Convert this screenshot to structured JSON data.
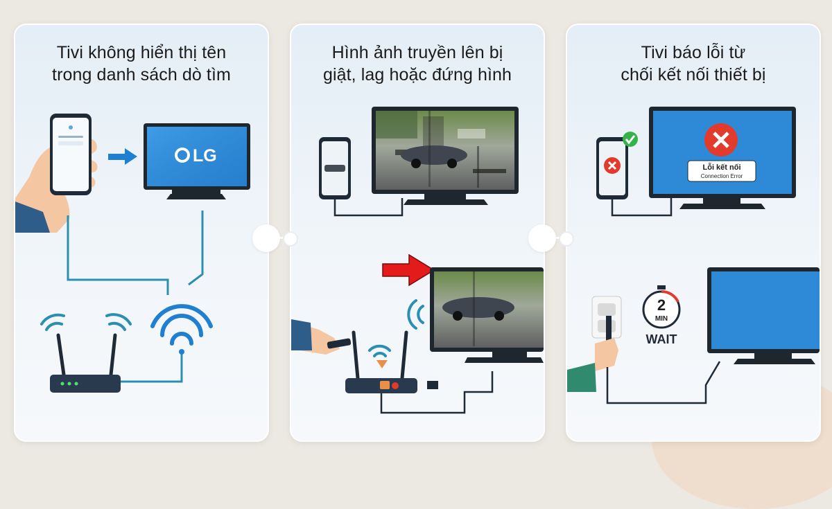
{
  "panels": [
    {
      "title_line1": "Tivi không hiển thị tên",
      "title_line2": "trong danh sách dò tìm",
      "tv_brand": "LG"
    },
    {
      "title_line1": "Hình ảnh truyền lên bị",
      "title_line2": "giật, lag hoặc đứng hình"
    },
    {
      "title_line1": "Tivi báo lỗi từ",
      "title_line2": "chối kết nối thiết bị",
      "error_title": "Lỗi kết nối",
      "error_subtitle": "Connection Error",
      "timer_value": "2",
      "timer_unit": "MIN",
      "timer_label": "WAIT"
    }
  ],
  "colors": {
    "accent_blue": "#1f7fd0",
    "cable_teal": "#2a8fb0",
    "error_red": "#e23b2e",
    "ok_green": "#36b24a",
    "arrow_red": "#e31b1b"
  }
}
